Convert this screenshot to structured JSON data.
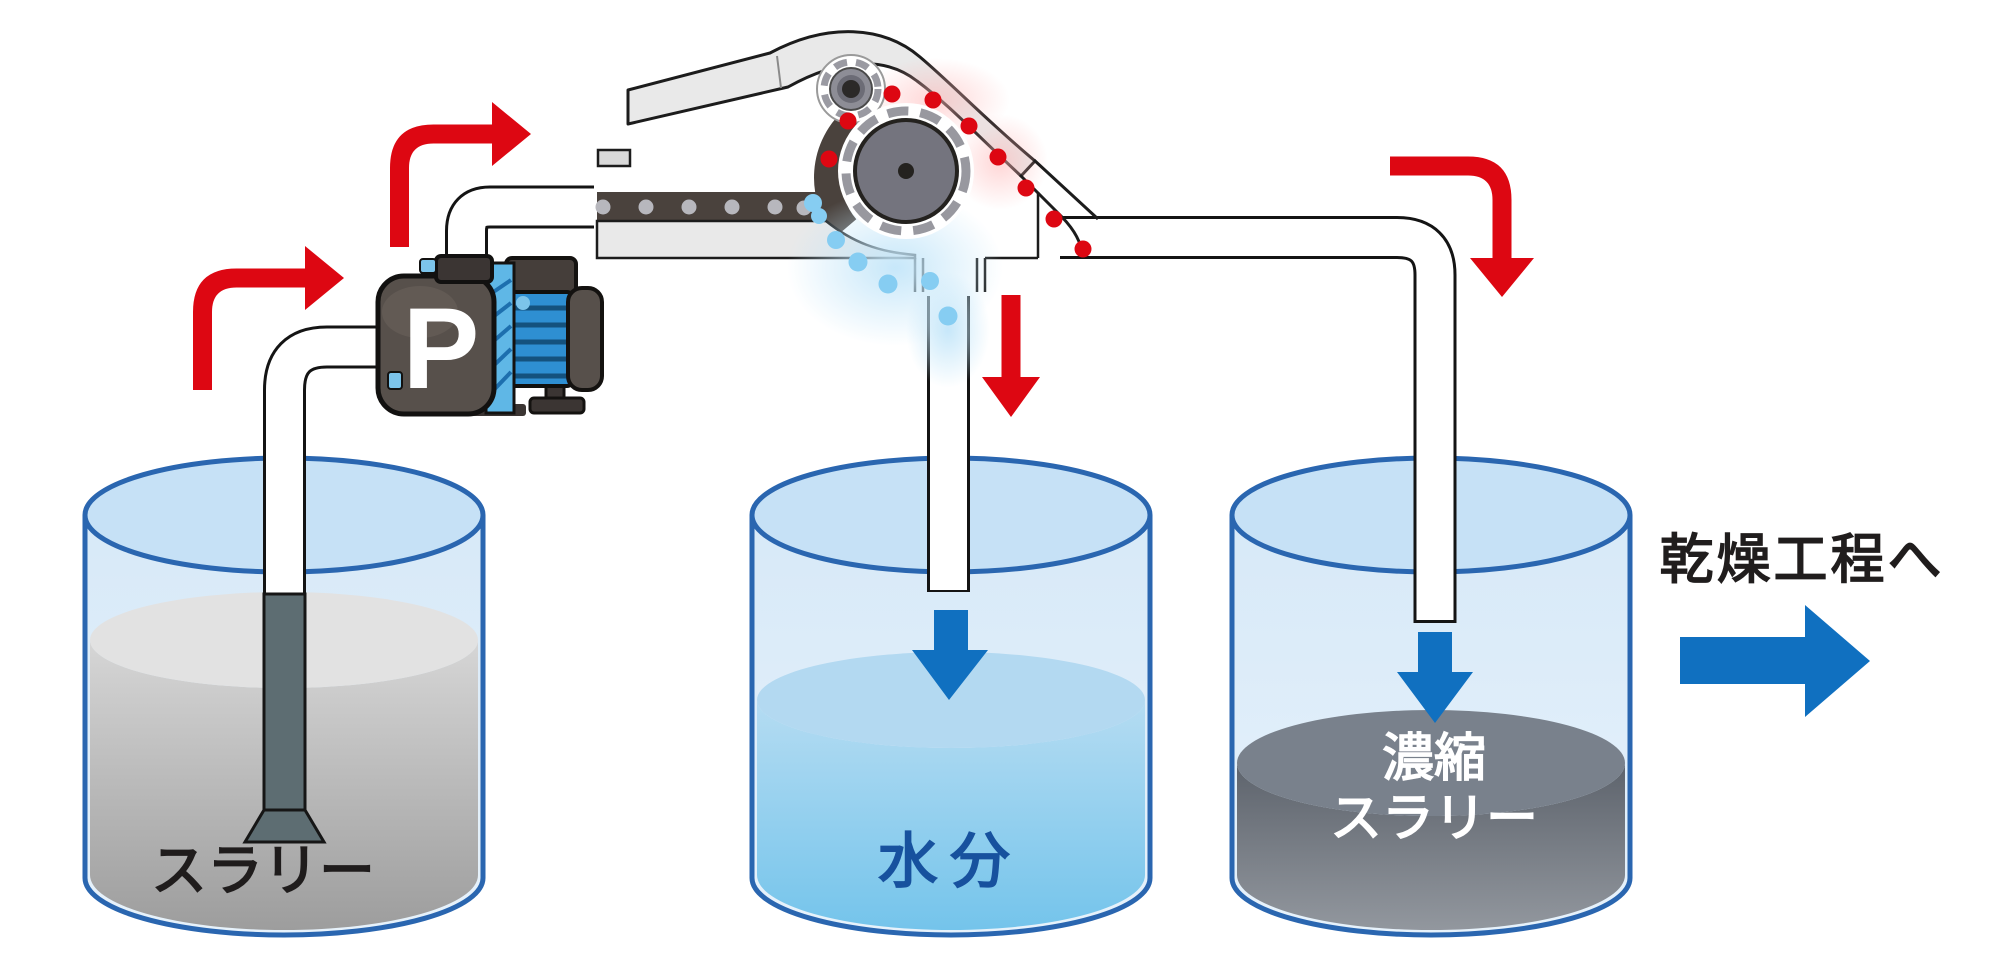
{
  "labels": {
    "pump": "P",
    "tank_left": "スラリー",
    "tank_middle": "水分",
    "tank_right_line1": "濃縮",
    "tank_right_line2": "スラリー",
    "next_process": "乾燥工程へ"
  },
  "colors": {
    "flow_red": "#dd0712",
    "process_blue": "#1070c0",
    "tank_outline_blue": "#2a66b0",
    "water_fill_blue": "#79c6ec",
    "water_label_blue": "#17519e",
    "slurry_gray": "#a8a8a8",
    "concentrated_slurry_gray": "#79818c",
    "machine_casing_gray": "#e9e9e9",
    "belt_dark": "#4a423d",
    "pump_body_gray": "#57504b",
    "pump_blue": "#5fb7e6",
    "label_black": "#1f1c1c"
  },
  "icons": {
    "red_flow_arrows": 4,
    "blue_drop_arrows": 2,
    "blue_next_process_arrow": 1,
    "slurry_particle_dots_red": 9,
    "water_drop_dots_blue": 7,
    "belt_feed_dots_gray": 6
  }
}
